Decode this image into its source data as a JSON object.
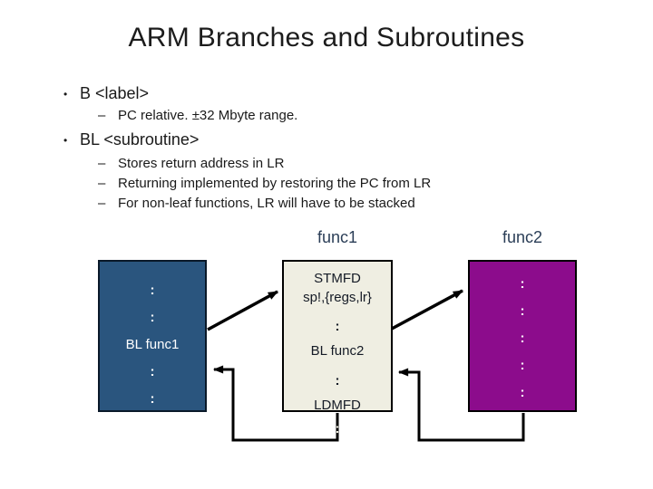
{
  "slide": {
    "title": "ARM Branches and Subroutines",
    "bullets": [
      {
        "marker": "•",
        "text": "B <label>"
      },
      {
        "marker": "–",
        "text": "PC relative. ±32 Mbyte range."
      },
      {
        "marker": "•",
        "text": "BL <subroutine>"
      },
      {
        "marker": "–",
        "text": "Stores return address in LR"
      },
      {
        "marker": "–",
        "text": "Returning implemented by restoring the PC from LR"
      },
      {
        "marker": "–",
        "text": "For non-leaf functions, LR will have to be stacked"
      }
    ]
  },
  "diagram": {
    "func1_label": "func1",
    "func2_label": "func2",
    "caller_box": {
      "lines": [
        ":",
        ":",
        "BL func1",
        ":",
        ":"
      ]
    },
    "func1_box": {
      "lines": [
        "STMFD",
        "sp!,{regs,lr}",
        ":",
        "BL func2",
        ":",
        "LDMFD"
      ],
      "overflow_line": ":"
    },
    "func2_box": {
      "lines": [
        ":",
        ":",
        ":",
        ":",
        ":"
      ]
    },
    "colors": {
      "caller_fill": "#2A557E",
      "caller_border": "#0A1929",
      "func1_fill": "#EFEEE2",
      "func2_fill": "#8C0C8C",
      "box_border": "#000000",
      "label_text": "#2B3E57",
      "arrow": "#000000",
      "background": "#FFFFFF"
    }
  }
}
